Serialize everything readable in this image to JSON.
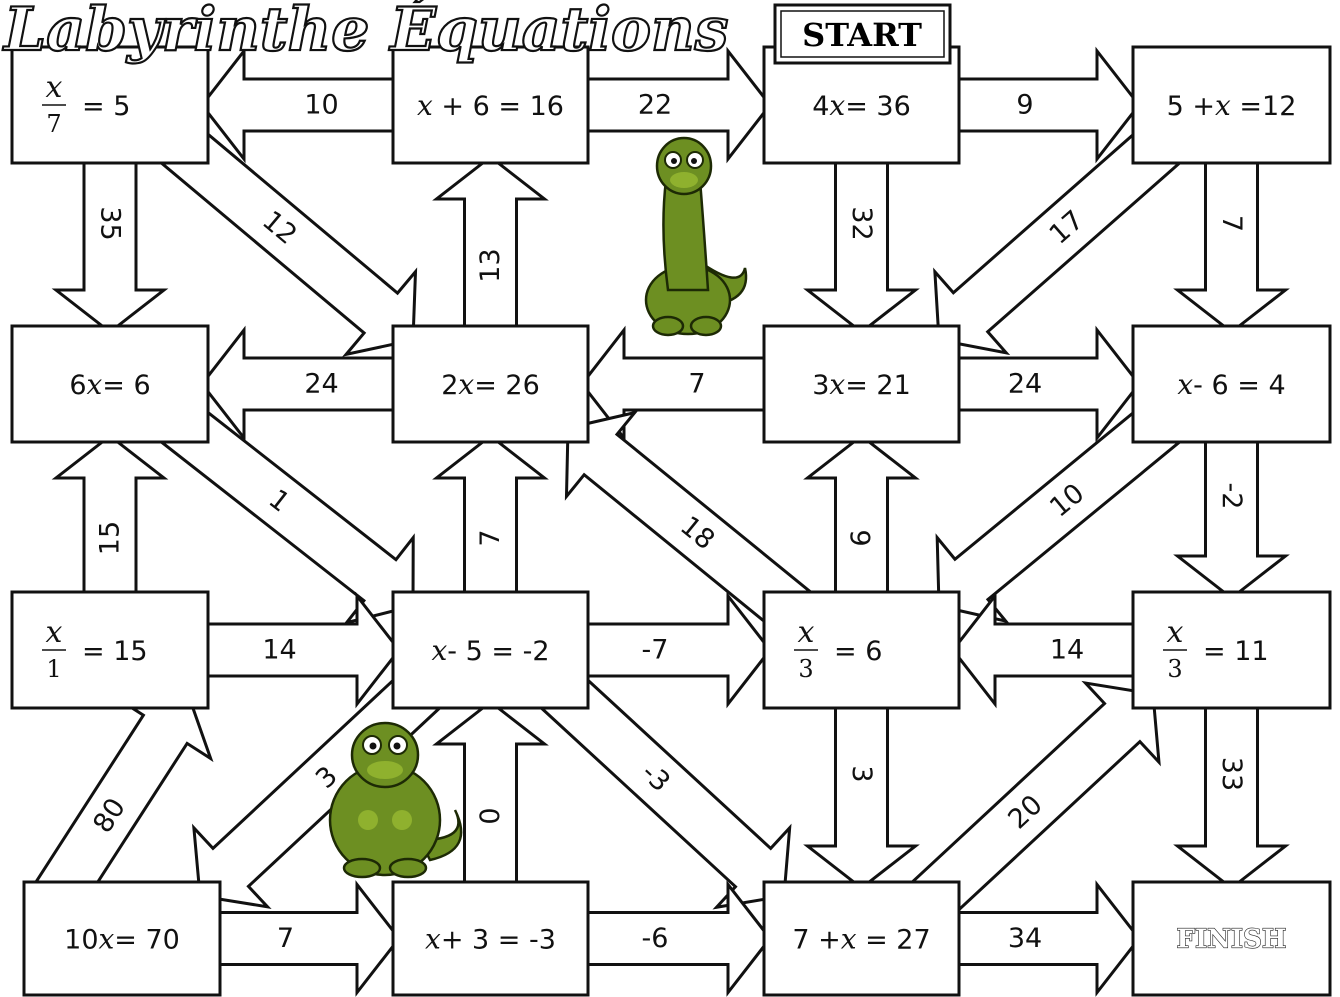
{
  "title": "Labyrinthe Équations",
  "start_label": "START",
  "finish_label": "FINISH",
  "boxes": [
    {
      "id": "b00",
      "type": "frac",
      "num": "x",
      "den": "7",
      "rhs": "=  5"
    },
    {
      "id": "b01",
      "type": "eq",
      "parts": [
        [
          "x",
          "i"
        ],
        [
          " + 6 = 16",
          "n"
        ]
      ]
    },
    {
      "id": "b02",
      "type": "eq",
      "parts": [
        [
          "4",
          "n"
        ],
        [
          "x",
          "i"
        ],
        [
          "= 36",
          "n"
        ]
      ]
    },
    {
      "id": "b03",
      "type": "eq",
      "parts": [
        [
          "5 +",
          "n"
        ],
        [
          "x",
          "i"
        ],
        [
          " =12",
          "n"
        ]
      ]
    },
    {
      "id": "b10",
      "type": "eq",
      "parts": [
        [
          "6",
          "n"
        ],
        [
          "x",
          "i"
        ],
        [
          "= 6",
          "n"
        ]
      ]
    },
    {
      "id": "b11",
      "type": "eq",
      "parts": [
        [
          "2",
          "n"
        ],
        [
          "x",
          "i"
        ],
        [
          "= 26",
          "n"
        ]
      ]
    },
    {
      "id": "b12",
      "type": "eq",
      "parts": [
        [
          "3",
          "n"
        ],
        [
          "x",
          "i"
        ],
        [
          "= 21",
          "n"
        ]
      ]
    },
    {
      "id": "b13",
      "type": "eq",
      "parts": [
        [
          "x",
          "i"
        ],
        [
          "- 6 = 4",
          "n"
        ]
      ]
    },
    {
      "id": "b20",
      "type": "frac",
      "num": "x",
      "den": "1",
      "rhs": "= 15"
    },
    {
      "id": "b21",
      "type": "eq",
      "parts": [
        [
          "x",
          "i"
        ],
        [
          "- 5 = -2",
          "n"
        ]
      ]
    },
    {
      "id": "b22",
      "type": "frac",
      "num": "x",
      "den": "3",
      "rhs": "= 6"
    },
    {
      "id": "b23",
      "type": "frac",
      "num": "x",
      "den": "3",
      "rhs": "= 11"
    },
    {
      "id": "b30",
      "type": "eq",
      "parts": [
        [
          "10",
          "n"
        ],
        [
          "x",
          "i"
        ],
        [
          "= 70",
          "n"
        ]
      ]
    },
    {
      "id": "b31",
      "type": "eq",
      "parts": [
        [
          "x",
          "i"
        ],
        [
          "+ 3 = -3",
          "n"
        ]
      ]
    },
    {
      "id": "b32",
      "type": "eq",
      "parts": [
        [
          "7 +",
          "n"
        ],
        [
          "x",
          "i"
        ],
        [
          " = 27",
          "n"
        ]
      ]
    },
    {
      "id": "b33",
      "type": "finish"
    }
  ],
  "arrows": [
    {
      "from": "b01",
      "to": "b00",
      "label": "10"
    },
    {
      "from": "b01",
      "to": "b02",
      "label": "22"
    },
    {
      "from": "b02",
      "to": "b03",
      "label": "9"
    },
    {
      "from": "b00",
      "to": "b10",
      "label": "35"
    },
    {
      "from": "b00",
      "to": "b11",
      "label": "12"
    },
    {
      "from": "b11",
      "to": "b01",
      "label": "13"
    },
    {
      "from": "b02",
      "to": "b12",
      "label": "32"
    },
    {
      "from": "b03",
      "to": "b12",
      "label": "17"
    },
    {
      "from": "b03",
      "to": "b13",
      "label": "7"
    },
    {
      "from": "b11",
      "to": "b10",
      "label": "24"
    },
    {
      "from": "b12",
      "to": "b11",
      "label": "7"
    },
    {
      "from": "b12",
      "to": "b13",
      "label": "24"
    },
    {
      "from": "b20",
      "to": "b10",
      "label": "15"
    },
    {
      "from": "b10",
      "to": "b21",
      "label": "1"
    },
    {
      "from": "b21",
      "to": "b11",
      "label": "7"
    },
    {
      "from": "b22",
      "to": "b11",
      "label": "18"
    },
    {
      "from": "b22",
      "to": "b12",
      "label": "6"
    },
    {
      "from": "b13",
      "to": "b22",
      "label": "10"
    },
    {
      "from": "b13",
      "to": "b23",
      "label": "-2"
    },
    {
      "from": "b20",
      "to": "b21",
      "label": "14"
    },
    {
      "from": "b21",
      "to": "b22",
      "label": "-7"
    },
    {
      "from": "b23",
      "to": "b22",
      "label": "14"
    },
    {
      "from": "b30",
      "to": "b20",
      "label": "80"
    },
    {
      "from": "b21",
      "to": "b30",
      "label": "3"
    },
    {
      "from": "b31",
      "to": "b21",
      "label": "0"
    },
    {
      "from": "b21",
      "to": "b32",
      "label": "-3"
    },
    {
      "from": "b22",
      "to": "b32",
      "label": "3"
    },
    {
      "from": "b32",
      "to": "b23",
      "label": "20"
    },
    {
      "from": "b23",
      "to": "b33",
      "label": "33"
    },
    {
      "from": "b30",
      "to": "b31",
      "label": "7"
    },
    {
      "from": "b31",
      "to": "b32",
      "label": "-6"
    },
    {
      "from": "b32",
      "to": "b33",
      "label": "34"
    }
  ],
  "colors": {
    "dino_green": "#6d8f22",
    "outline": "#111111",
    "background": "#ffffff"
  }
}
